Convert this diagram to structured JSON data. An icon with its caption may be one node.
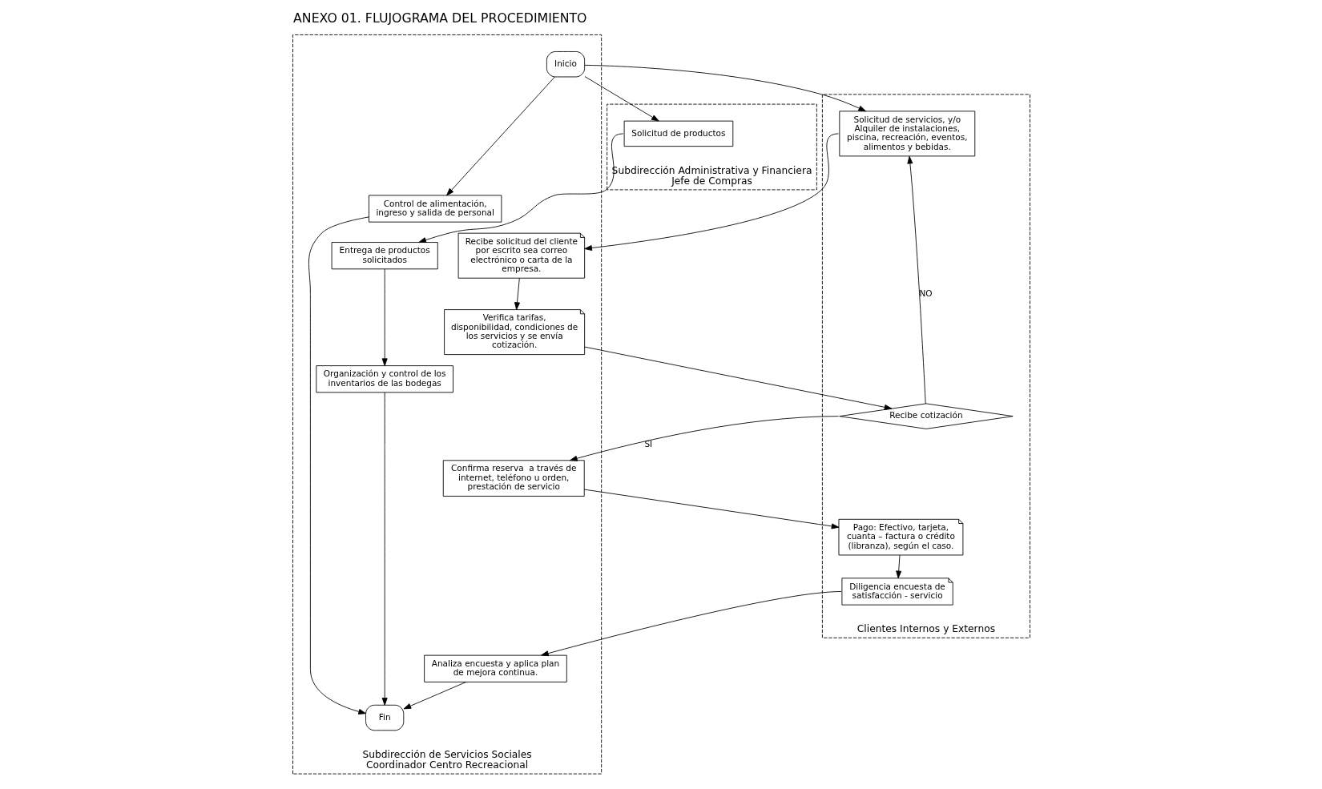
{
  "diagram": {
    "title": "ANEXO 01. FLUJOGRAMA DEL PROCEDIMIENTO",
    "nodes": [
      {
        "text": [
          "Clientes Internos y Externos"
        ]
      },
      {
        "text": [
          "Subdirección de Servicios Sociales",
          "Coordinador Centro Recreacional"
        ]
      },
      {
        "text": [
          "Subdirección Administrativa y Financiera",
          "Jefe de Compras"
        ]
      },
      {
        "text": [
          "Inicio"
        ],
        "in": 1
      },
      {
        "text": [
          "Solicitud de productos"
        ],
        "in": 2
      },
      {
        "text": [
          "Solicitud de servicios, y/o Alquiler de instalaciones, piscina, recreación, eventos, alimentos y bebidas."
        ],
        "in": 0
      },
      {
        "text": [
          "Recibe solicitud del cliente por escrito sea correo electrónico o carta de la empresa."
        ],
        "in": 1
      },
      {
        "text": [
          "Entrega de productos solicitados"
        ],
        "in": 1
      },
      {
        "text": [
          "Recibe cotización"
        ],
        "in": 0
      },
      {
        "text": [
          "Verifica tarifas, disponibilidad, condiciones de los servicios y se envía cotización."
        ],
        "in": 1
      },
      {
        "text": [
          "Organización y control de los inventarios de las bodegas"
        ],
        "in": 1
      },
      {
        "text": [
          "Confirma reserva  a través de internet, teléfono u orden, prestación de servicio"
        ],
        "in": 1
      },
      {
        "text": [
          "Pago: Efectivo, tarjeta, cuanta – factura o crédito (libranza), según el caso."
        ],
        "in": 0
      },
      {
        "text": [
          "Analiza encuesta y aplica plan de mejora continua."
        ],
        "in": 1
      },
      {
        "text": [
          "Control de alimentación, ingreso y salida de personal"
        ],
        "in": 1
      },
      {
        "text": [
          "Diligencia encuesta de satisfacción - servicio"
        ],
        "in": 0
      },
      {
        "text": [
          "Fin"
        ],
        "in": 1
      }
    ],
    "edges": [
      {
        "from": 3,
        "to": 5,
        "arrow": "to"
      },
      {
        "from": 3,
        "to": 4,
        "arrow": "to"
      },
      {
        "from": 3,
        "to": 14,
        "arrow": "to"
      },
      {
        "from": 5,
        "to": 6,
        "arrow": "to"
      },
      {
        "from": 4,
        "to": 7,
        "arrow": "to"
      },
      {
        "from": 6,
        "to": 9,
        "arrow": "to"
      },
      {
        "from": 9,
        "to": 8,
        "arrow": "to"
      },
      {
        "from": 8,
        "to": 5,
        "arrow": "to",
        "label": "NO"
      },
      {
        "from": 8,
        "to": 11,
        "arrow": "to",
        "label": "SI"
      },
      {
        "from": 7,
        "to": 10,
        "arrow": "to"
      },
      {
        "from": 11,
        "to": 12,
        "arrow": "to"
      },
      {
        "from": 12,
        "to": 15,
        "arrow": "to"
      },
      {
        "from": 15,
        "to": 13,
        "arrow": "to"
      },
      {
        "from": 13,
        "to": 16,
        "arrow": "to"
      },
      {
        "from": 10,
        "to": 16,
        "arrow": "to"
      },
      {
        "from": 14,
        "to": 16,
        "arrow": "to"
      }
    ]
  }
}
